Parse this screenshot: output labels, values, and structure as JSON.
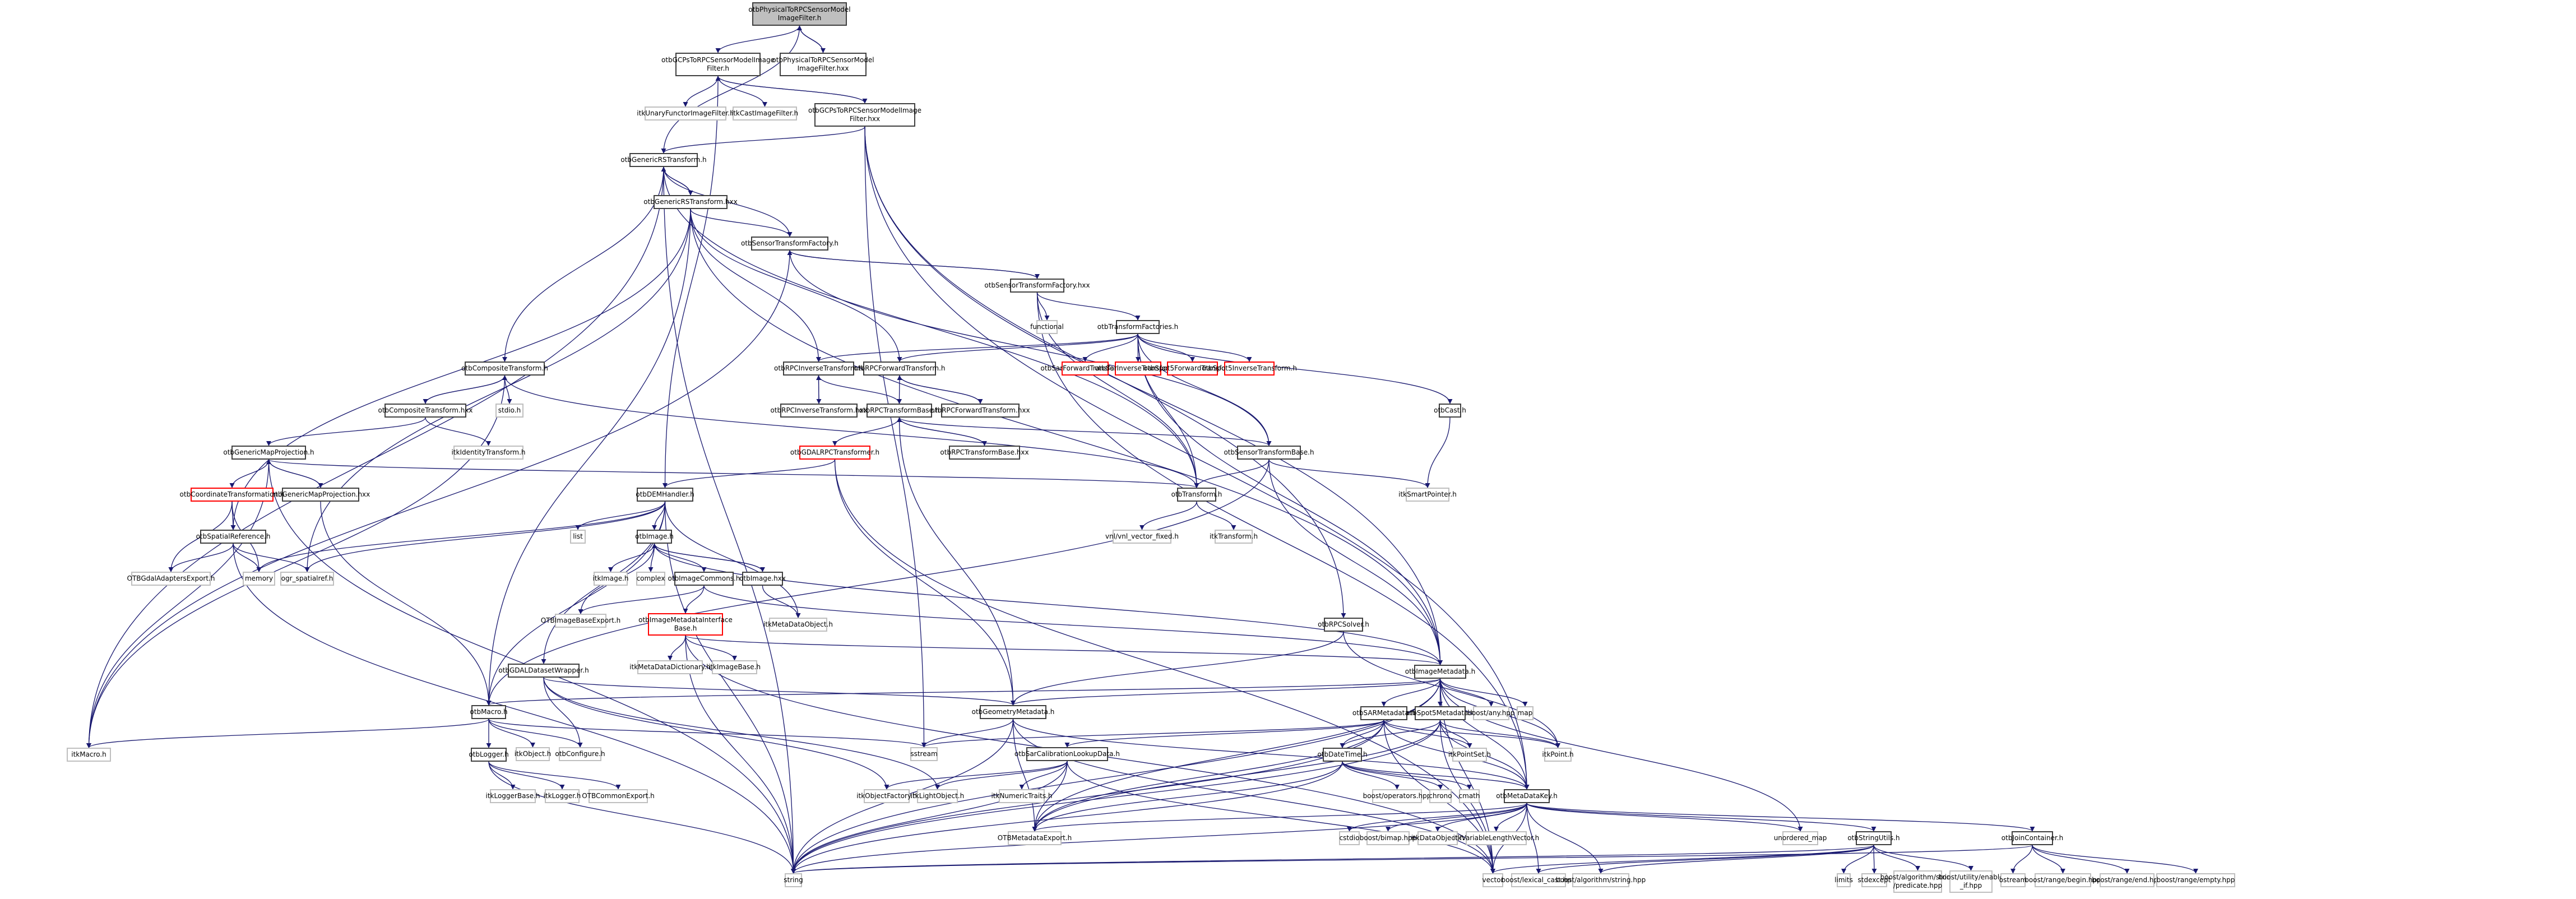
{
  "title": "otbPhysicalToRPCSensorModelImageFilter.h include dependency graph",
  "colors": {
    "edge": "#191970",
    "documented_border": "#404040",
    "external_border": "#bfbfbf",
    "undocumented_border": "#ff0000",
    "root_fill": "#bfbfbf"
  },
  "nodes": [
    {
      "id": "root",
      "label": "otbPhysicalToRPCSensorModel\nImageFilter.h",
      "kind": "root"
    },
    {
      "id": "gcps_h",
      "label": "otbGCPsToRPCSensorModelImage\nFilter.h",
      "kind": "doc"
    },
    {
      "id": "phys_hxx",
      "label": "otbPhysicalToRPCSensorModel\nImageFilter.hxx",
      "kind": "doc"
    },
    {
      "id": "unary",
      "label": "itkUnaryFunctorImageFilter.h",
      "kind": "ext"
    },
    {
      "id": "cast",
      "label": "itkCastImageFilter.h",
      "kind": "ext"
    },
    {
      "id": "gcps_hxx",
      "label": "otbGCPsToRPCSensorModelImage\nFilter.hxx",
      "kind": "doc"
    },
    {
      "id": "grs_h",
      "label": "otbGenericRSTransform.h",
      "kind": "doc"
    },
    {
      "id": "grs_hxx",
      "label": "otbGenericRSTransform.hxx",
      "kind": "doc"
    },
    {
      "id": "stf_h",
      "label": "otbSensorTransformFactory.h",
      "kind": "doc"
    },
    {
      "id": "stf_hxx",
      "label": "otbSensorTransformFactory.hxx",
      "kind": "doc"
    },
    {
      "id": "functional",
      "label": "functional",
      "kind": "ext"
    },
    {
      "id": "tfac",
      "label": "otbTransformFactories.h",
      "kind": "doc"
    },
    {
      "id": "sarfwd",
      "label": "otbSarForwardTransform.h",
      "kind": "red"
    },
    {
      "id": "sarinv",
      "label": "otbSarInverseTransform.h",
      "kind": "red"
    },
    {
      "id": "spotfwd",
      "label": "otbSpot5ForwardTransform.h",
      "kind": "red"
    },
    {
      "id": "spotinv",
      "label": "otbSpot5InverseTransform.h",
      "kind": "red"
    },
    {
      "id": "cast_h",
      "label": "otbCast.h",
      "kind": "doc"
    },
    {
      "id": "comp_h",
      "label": "otbCompositeTransform.h",
      "kind": "doc"
    },
    {
      "id": "comp_hxx",
      "label": "otbCompositeTransform.hxx",
      "kind": "doc"
    },
    {
      "id": "stdio",
      "label": "stdio.h",
      "kind": "ext"
    },
    {
      "id": "identity",
      "label": "itkIdentityTransform.h",
      "kind": "ext"
    },
    {
      "id": "rpcinv_h",
      "label": "otbRPCInverseTransform.h",
      "kind": "doc"
    },
    {
      "id": "rpcfwd_h",
      "label": "otbRPCForwardTransform.h",
      "kind": "doc"
    },
    {
      "id": "rpcinv_hxx",
      "label": "otbRPCInverseTransform.hxx",
      "kind": "doc"
    },
    {
      "id": "rpcbase_h",
      "label": "otbRPCTransformBase.h",
      "kind": "doc"
    },
    {
      "id": "rpcfwd_hxx",
      "label": "otbRPCForwardTransform.hxx",
      "kind": "doc"
    },
    {
      "id": "gdalrpc",
      "label": "otbGDALRPCTransformer.h",
      "kind": "red"
    },
    {
      "id": "rpcbase_hxx",
      "label": "otbRPCTransformBase.hxx",
      "kind": "doc"
    },
    {
      "id": "stbase",
      "label": "otbSensorTransformBase.h",
      "kind": "doc"
    },
    {
      "id": "smartptr",
      "label": "itkSmartPointer.h",
      "kind": "ext"
    },
    {
      "id": "otbtransform",
      "label": "otbTransform.h",
      "kind": "doc"
    },
    {
      "id": "vnl",
      "label": "vnl/vnl_vector_fixed.h",
      "kind": "ext"
    },
    {
      "id": "itktransform",
      "label": "itkTransform.h",
      "kind": "ext"
    },
    {
      "id": "gmp_h",
      "label": "otbGenericMapProjection.h",
      "kind": "doc"
    },
    {
      "id": "gmp_hxx",
      "label": "otbGenericMapProjection.hxx",
      "kind": "doc"
    },
    {
      "id": "coordtr",
      "label": "otbCoordinateTransformation.h",
      "kind": "red"
    },
    {
      "id": "spatref",
      "label": "otbSpatialReference.h",
      "kind": "doc"
    },
    {
      "id": "gdalexp",
      "label": "OTBGdalAdaptersExport.h",
      "kind": "ext"
    },
    {
      "id": "memory",
      "label": "memory",
      "kind": "ext"
    },
    {
      "id": "ogr",
      "label": "ogr_spatialref.h",
      "kind": "ext"
    },
    {
      "id": "dem",
      "label": "otbDEMHandler.h",
      "kind": "doc"
    },
    {
      "id": "list",
      "label": "list",
      "kind": "ext"
    },
    {
      "id": "image_h",
      "label": "otbImage.h",
      "kind": "doc"
    },
    {
      "id": "itkimage",
      "label": "itkImage.h",
      "kind": "ext"
    },
    {
      "id": "complex",
      "label": "complex",
      "kind": "ext"
    },
    {
      "id": "imgcommons",
      "label": "otbImageCommons.h",
      "kind": "doc"
    },
    {
      "id": "image_hxx",
      "label": "otbImage.hxx",
      "kind": "doc"
    },
    {
      "id": "imgbaseexp",
      "label": "OTBImageBaseExport.h",
      "kind": "ext"
    },
    {
      "id": "imi",
      "label": "otbImageMetadataInterface\nBase.h",
      "kind": "red"
    },
    {
      "id": "metaobj",
      "label": "itkMetaDataObject.h",
      "kind": "ext"
    },
    {
      "id": "metadict",
      "label": "itkMetaDataDictionary.h",
      "kind": "ext"
    },
    {
      "id": "imagebase",
      "label": "itkImageBase.h",
      "kind": "ext"
    },
    {
      "id": "gdalds",
      "label": "otbGDALDatasetWrapper.h",
      "kind": "doc"
    },
    {
      "id": "macro",
      "label": "otbMacro.h",
      "kind": "doc"
    },
    {
      "id": "itkmacro",
      "label": "itkMacro.h",
      "kind": "ext"
    },
    {
      "id": "itkobject",
      "label": "itkObject.h",
      "kind": "ext"
    },
    {
      "id": "configure",
      "label": "otbConfigure.h",
      "kind": "ext"
    },
    {
      "id": "logger",
      "label": "otbLogger.h",
      "kind": "doc"
    },
    {
      "id": "loggerbase",
      "label": "itkLoggerBase.h",
      "kind": "ext"
    },
    {
      "id": "itklogger",
      "label": "itkLogger.h",
      "kind": "ext"
    },
    {
      "id": "commonexp",
      "label": "OTBCommonExport.h",
      "kind": "ext"
    },
    {
      "id": "rpcsolver",
      "label": "otbRPCSolver.h",
      "kind": "doc"
    },
    {
      "id": "imgmeta",
      "label": "otbImageMetadata.h",
      "kind": "doc"
    },
    {
      "id": "geommeta",
      "label": "otbGeometryMetadata.h",
      "kind": "doc"
    },
    {
      "id": "sarmeta",
      "label": "otbSARMetadata.h",
      "kind": "doc"
    },
    {
      "id": "spotmeta",
      "label": "otbSpot5Metadata.h",
      "kind": "doc"
    },
    {
      "id": "boostany",
      "label": "boost/any.hpp",
      "kind": "ext"
    },
    {
      "id": "map",
      "label": "map",
      "kind": "ext"
    },
    {
      "id": "sstream",
      "label": "sstream",
      "kind": "ext"
    },
    {
      "id": "sarcal",
      "label": "otbSarCalibrationLookupData.h",
      "kind": "doc"
    },
    {
      "id": "datetime",
      "label": "otbDateTime.h",
      "kind": "doc"
    },
    {
      "id": "pointset",
      "label": "itkPointSet.h",
      "kind": "ext"
    },
    {
      "id": "itkpoint",
      "label": "itkPoint.h",
      "kind": "ext"
    },
    {
      "id": "objfactory",
      "label": "itkObjectFactory.h",
      "kind": "ext"
    },
    {
      "id": "lightobj",
      "label": "itkLightObject.h",
      "kind": "ext"
    },
    {
      "id": "numtraits",
      "label": "itkNumericTraits.h",
      "kind": "ext"
    },
    {
      "id": "boostops",
      "label": "boost/operators.hpp",
      "kind": "ext"
    },
    {
      "id": "chrono",
      "label": "chrono",
      "kind": "ext"
    },
    {
      "id": "cmath",
      "label": "cmath",
      "kind": "ext"
    },
    {
      "id": "mdkey",
      "label": "otbMetaDataKey.h",
      "kind": "doc"
    },
    {
      "id": "metaexp",
      "label": "OTBMetadataExport.h",
      "kind": "ext"
    },
    {
      "id": "cstdio",
      "label": "cstdio",
      "kind": "ext"
    },
    {
      "id": "bimap",
      "label": "boost/bimap.hpp",
      "kind": "ext"
    },
    {
      "id": "dataobj",
      "label": "itkDataObject.h",
      "kind": "ext"
    },
    {
      "id": "varlen",
      "label": "itkVariableLengthVector.h",
      "kind": "ext"
    },
    {
      "id": "unordmap",
      "label": "unordered_map",
      "kind": "ext"
    },
    {
      "id": "strutils",
      "label": "otbStringUtils.h",
      "kind": "doc"
    },
    {
      "id": "joincont",
      "label": "otbJoinContainer.h",
      "kind": "doc"
    },
    {
      "id": "string",
      "label": "string",
      "kind": "ext"
    },
    {
      "id": "vector",
      "label": "vector",
      "kind": "ext"
    },
    {
      "id": "lexcast",
      "label": "boost/lexical_cast.hpp",
      "kind": "ext"
    },
    {
      "id": "algstr",
      "label": "boost/algorithm/string.hpp",
      "kind": "ext"
    },
    {
      "id": "limits",
      "label": "limits",
      "kind": "ext"
    },
    {
      "id": "stdexcept",
      "label": "stdexcept",
      "kind": "ext"
    },
    {
      "id": "predicate",
      "label": "boost/algorithm/string\n/predicate.hpp",
      "kind": "ext"
    },
    {
      "id": "enableif",
      "label": "boost/utility/enable\n_if.hpp",
      "kind": "ext"
    },
    {
      "id": "ostream",
      "label": "ostream",
      "kind": "ext"
    },
    {
      "id": "rbegin",
      "label": "boost/range/begin.hpp",
      "kind": "ext"
    },
    {
      "id": "rend",
      "label": "boost/range/end.hpp",
      "kind": "ext"
    },
    {
      "id": "rempty",
      "label": "boost/range/empty.hpp",
      "kind": "ext"
    }
  ],
  "edges": [
    [
      "root",
      "gcps_h"
    ],
    [
      "root",
      "phys_hxx"
    ],
    [
      "phys_hxx",
      "root"
    ],
    [
      "root",
      "grs_h"
    ],
    [
      "gcps_h",
      "unary"
    ],
    [
      "gcps_h",
      "cast"
    ],
    [
      "gcps_h",
      "gcps_hxx"
    ],
    [
      "gcps_hxx",
      "gcps_h"
    ],
    [
      "gcps_h",
      "dem"
    ],
    [
      "gcps_hxx",
      "grs_h"
    ],
    [
      "gcps_hxx",
      "rpcsolver"
    ],
    [
      "gcps_hxx",
      "mdkey"
    ],
    [
      "gcps_hxx",
      "imgmeta"
    ],
    [
      "gcps_hxx",
      "sstream"
    ],
    [
      "grs_h",
      "grs_hxx"
    ],
    [
      "grs_hxx",
      "grs_h"
    ],
    [
      "grs_h",
      "stf_h"
    ],
    [
      "grs_h",
      "comp_h"
    ],
    [
      "grs_h",
      "string"
    ],
    [
      "grs_h",
      "itkmacro"
    ],
    [
      "grs_h",
      "otbtransform"
    ],
    [
      "grs_hxx",
      "stf_h"
    ],
    [
      "grs_hxx",
      "rpcinv_h"
    ],
    [
      "grs_hxx",
      "rpcfwd_h"
    ],
    [
      "grs_hxx",
      "macro"
    ],
    [
      "grs_hxx",
      "spatref"
    ],
    [
      "grs_hxx",
      "ogr"
    ],
    [
      "grs_hxx",
      "imgmeta"
    ],
    [
      "stf_h",
      "stf_hxx"
    ],
    [
      "stf_hxx",
      "stf_h"
    ],
    [
      "stf_h",
      "stbase"
    ],
    [
      "stf_h",
      "itkmacro"
    ],
    [
      "stf_hxx",
      "functional"
    ],
    [
      "stf_hxx",
      "tfac"
    ],
    [
      "stf_hxx",
      "otbtransform"
    ],
    [
      "stf_hxx",
      "mdkey"
    ],
    [
      "tfac",
      "sarfwd"
    ],
    [
      "tfac",
      "sarinv"
    ],
    [
      "tfac",
      "spotfwd"
    ],
    [
      "tfac",
      "spotinv"
    ],
    [
      "tfac",
      "rpcinv_h"
    ],
    [
      "tfac",
      "rpcfwd_h"
    ],
    [
      "tfac",
      "cast_h"
    ],
    [
      "tfac",
      "stbase"
    ],
    [
      "tfac",
      "otbtransform"
    ],
    [
      "tfac",
      "imgmeta"
    ],
    [
      "cast_h",
      "smartptr"
    ],
    [
      "comp_h",
      "comp_hxx"
    ],
    [
      "comp_hxx",
      "comp_h"
    ],
    [
      "comp_h",
      "stdio"
    ],
    [
      "comp_h",
      "otbtransform"
    ],
    [
      "comp_h",
      "itkmacro"
    ],
    [
      "comp_hxx",
      "identity"
    ],
    [
      "comp_hxx",
      "gmp_h"
    ],
    [
      "rpcinv_h",
      "rpcinv_hxx"
    ],
    [
      "rpcinv_hxx",
      "rpcinv_h"
    ],
    [
      "rpcinv_h",
      "rpcbase_h"
    ],
    [
      "rpcfwd_h",
      "rpcbase_h"
    ],
    [
      "rpcfwd_h",
      "rpcfwd_hxx"
    ],
    [
      "rpcfwd_hxx",
      "rpcfwd_h"
    ],
    [
      "rpcbase_h",
      "gdalrpc"
    ],
    [
      "rpcbase_h",
      "rpcbase_hxx"
    ],
    [
      "rpcbase_hxx",
      "rpcbase_h"
    ],
    [
      "rpcbase_h",
      "stbase"
    ],
    [
      "rpcbase_h",
      "geommeta"
    ],
    [
      "gdalrpc",
      "dem"
    ],
    [
      "gdalrpc",
      "geommeta"
    ],
    [
      "gdalrpc",
      "vector"
    ],
    [
      "stbase",
      "otbtransform"
    ],
    [
      "stbase",
      "smartptr"
    ],
    [
      "stbase",
      "imgmeta"
    ],
    [
      "stbase",
      "macro"
    ],
    [
      "otbtransform",
      "vnl"
    ],
    [
      "otbtransform",
      "itktransform"
    ],
    [
      "gmp_h",
      "gmp_hxx"
    ],
    [
      "gmp_hxx",
      "gmp_h"
    ],
    [
      "gmp_h",
      "coordtr"
    ],
    [
      "gmp_h",
      "otbtransform"
    ],
    [
      "gmp_h",
      "itkmacro"
    ],
    [
      "gmp_h",
      "string"
    ],
    [
      "gmp_hxx",
      "macro"
    ],
    [
      "coordtr",
      "spatref"
    ],
    [
      "coordtr",
      "gdalexp"
    ],
    [
      "coordtr",
      "memory"
    ],
    [
      "spatref",
      "gdalexp"
    ],
    [
      "spatref",
      "memory"
    ],
    [
      "spatref",
      "ogr"
    ],
    [
      "spatref",
      "string"
    ],
    [
      "dem",
      "list"
    ],
    [
      "dem",
      "image_h"
    ],
    [
      "dem",
      "memory"
    ],
    [
      "dem",
      "ogr"
    ],
    [
      "dem",
      "gdalds"
    ],
    [
      "dem",
      "macro"
    ],
    [
      "dem",
      "string"
    ],
    [
      "dem",
      "metaobj"
    ],
    [
      "image_h",
      "itkimage"
    ],
    [
      "image_h",
      "complex"
    ],
    [
      "image_h",
      "imgcommons"
    ],
    [
      "image_h",
      "image_hxx"
    ],
    [
      "image_hxx",
      "image_h"
    ],
    [
      "image_h",
      "imgbaseexp"
    ],
    [
      "image_h",
      "imgmeta"
    ],
    [
      "imgcommons",
      "imgbaseexp"
    ],
    [
      "imgcommons",
      "imi"
    ],
    [
      "imgcommons",
      "imgmeta"
    ],
    [
      "image_hxx",
      "metaobj"
    ],
    [
      "imi",
      "metadict"
    ],
    [
      "imi",
      "imagebase"
    ],
    [
      "imi",
      "imgmeta"
    ],
    [
      "imi",
      "string"
    ],
    [
      "imi",
      "vector"
    ],
    [
      "gdalds",
      "configure"
    ],
    [
      "gdalds",
      "objfactory"
    ],
    [
      "gdalds",
      "lightobj"
    ],
    [
      "gdalds",
      "geommeta"
    ],
    [
      "macro",
      "itkmacro"
    ],
    [
      "macro",
      "itkobject"
    ],
    [
      "macro",
      "configure"
    ],
    [
      "macro",
      "logger"
    ],
    [
      "macro",
      "sstream"
    ],
    [
      "logger",
      "loggerbase"
    ],
    [
      "logger",
      "itklogger"
    ],
    [
      "logger",
      "commonexp"
    ],
    [
      "logger",
      "string"
    ],
    [
      "rpcsolver",
      "geommeta"
    ],
    [
      "rpcsolver",
      "itkpoint"
    ],
    [
      "imgmeta",
      "sarmeta"
    ],
    [
      "imgmeta",
      "spotmeta"
    ],
    [
      "imgmeta",
      "boostany"
    ],
    [
      "imgmeta",
      "map"
    ],
    [
      "imgmeta",
      "geommeta"
    ],
    [
      "imgmeta",
      "mdkey"
    ],
    [
      "imgmeta",
      "metaexp"
    ],
    [
      "imgmeta",
      "itkpoint"
    ],
    [
      "imgmeta",
      "string"
    ],
    [
      "imgmeta",
      "vector"
    ],
    [
      "imgmeta",
      "unordmap"
    ],
    [
      "imgmeta",
      "macro"
    ],
    [
      "geommeta",
      "sstream"
    ],
    [
      "geommeta",
      "metaexp"
    ],
    [
      "geommeta",
      "string"
    ],
    [
      "geommeta",
      "vector"
    ],
    [
      "geommeta",
      "mdkey"
    ],
    [
      "sarmeta",
      "datetime"
    ],
    [
      "sarmeta",
      "sarcal"
    ],
    [
      "sarmeta",
      "pointset"
    ],
    [
      "sarmeta",
      "itkpoint"
    ],
    [
      "sarmeta",
      "mdkey"
    ],
    [
      "sarmeta",
      "metaexp"
    ],
    [
      "sarmeta",
      "string"
    ],
    [
      "sarmeta",
      "vector"
    ],
    [
      "sarmeta",
      "sstream"
    ],
    [
      "spotmeta",
      "datetime"
    ],
    [
      "spotmeta",
      "pointset"
    ],
    [
      "spotmeta",
      "itkpoint"
    ],
    [
      "spotmeta",
      "mdkey"
    ],
    [
      "spotmeta",
      "metaexp"
    ],
    [
      "spotmeta",
      "string"
    ],
    [
      "spotmeta",
      "vector"
    ],
    [
      "sarcal",
      "objfactory"
    ],
    [
      "sarcal",
      "lightobj"
    ],
    [
      "sarcal",
      "numtraits"
    ],
    [
      "sarcal",
      "metaexp"
    ],
    [
      "sarcal",
      "string"
    ],
    [
      "sarcal",
      "vector"
    ],
    [
      "datetime",
      "boostops"
    ],
    [
      "datetime",
      "chrono"
    ],
    [
      "datetime",
      "cmath"
    ],
    [
      "datetime",
      "mdkey"
    ],
    [
      "datetime",
      "metaexp"
    ],
    [
      "datetime",
      "string"
    ],
    [
      "mdkey",
      "cstdio"
    ],
    [
      "mdkey",
      "bimap"
    ],
    [
      "mdkey",
      "dataobj"
    ],
    [
      "mdkey",
      "varlen"
    ],
    [
      "mdkey",
      "metaexp"
    ],
    [
      "mdkey",
      "unordmap"
    ],
    [
      "mdkey",
      "strutils"
    ],
    [
      "mdkey",
      "joincont"
    ],
    [
      "mdkey",
      "string"
    ],
    [
      "mdkey",
      "vector"
    ],
    [
      "mdkey",
      "lexcast"
    ],
    [
      "mdkey",
      "algstr"
    ],
    [
      "strutils",
      "algstr"
    ],
    [
      "strutils",
      "limits"
    ],
    [
      "strutils",
      "stdexcept"
    ],
    [
      "strutils",
      "predicate"
    ],
    [
      "strutils",
      "enableif"
    ],
    [
      "strutils",
      "string"
    ],
    [
      "strutils",
      "vector"
    ],
    [
      "strutils",
      "lexcast"
    ],
    [
      "joincont",
      "ostream"
    ],
    [
      "joincont",
      "rbegin"
    ],
    [
      "joincont",
      "rend"
    ],
    [
      "joincont",
      "rempty"
    ],
    [
      "joincont",
      "string"
    ]
  ]
}
